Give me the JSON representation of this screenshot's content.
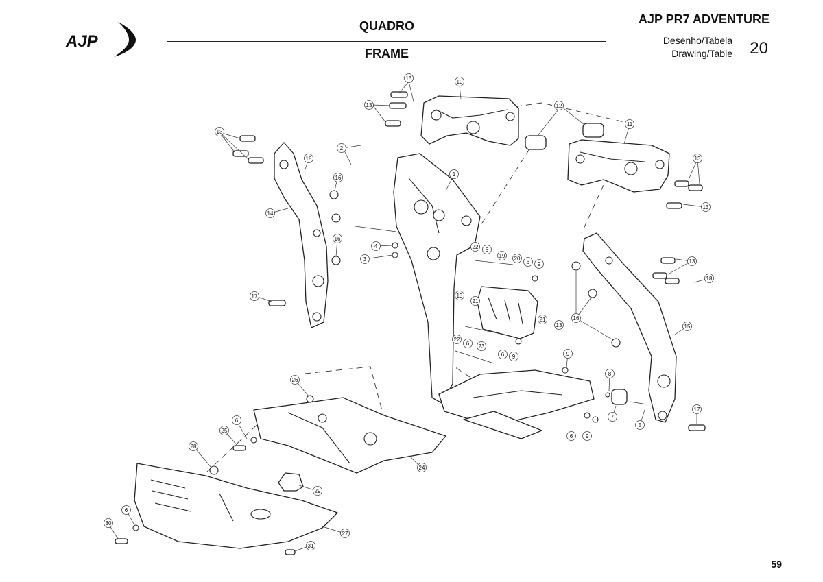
{
  "header": {
    "title_pt": "QUADRO",
    "title_en": "FRAME",
    "model": "AJP PR7 ADVENTURE",
    "drawing_label_pt": "Desenho/Tabela",
    "drawing_label_en": "Drawing/Table",
    "drawing_number": "20"
  },
  "logo": {
    "text": "AJP"
  },
  "footer": {
    "page_number": "59"
  },
  "callouts": [
    "1",
    "2",
    "3",
    "4",
    "5",
    "6",
    "7",
    "8",
    "9",
    "10",
    "11",
    "12",
    "13",
    "14",
    "15",
    "16",
    "17",
    "18",
    "19",
    "20",
    "21",
    "22",
    "23",
    "24",
    "25",
    "26",
    "27",
    "28",
    "29",
    "30",
    "31"
  ]
}
